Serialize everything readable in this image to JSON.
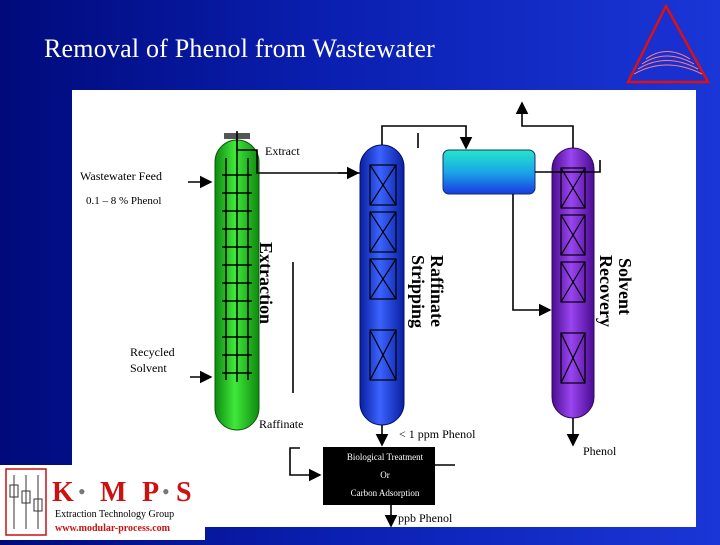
{
  "slide": {
    "title": "Removal of Phenol from Wastewater"
  },
  "labels": {
    "extract": "Extract",
    "wastewater_feed": "Wastewater Feed",
    "phenol_conc": "0.1 – 8 % Phenol",
    "recycled_solvent_1": "Recycled",
    "recycled_solvent_2": "Solvent",
    "raffinate": "Raffinate",
    "ppm_phenol": "< 1 ppm Phenol",
    "phenol": "Phenol",
    "ppb_phenol": "ppb Phenol"
  },
  "columns": {
    "extraction": "Extraction",
    "raffinate_stripping_1": "Raffinate",
    "raffinate_stripping_2": "Stripping",
    "solvent_recovery_1": "Solvent",
    "solvent_recovery_2": "Recovery"
  },
  "treatment": {
    "line1": "Biological Treatment",
    "line2": "Or",
    "line3": "Carbon Adsorption"
  },
  "logo": {
    "brand_k": "K",
    "brand_m": "M",
    "brand_p": "P",
    "brand_s": "S",
    "group": "Extraction Technology Group",
    "url": "www.modular-process.com"
  },
  "colors": {
    "background": "#0a1fb0",
    "extraction_column": "#22c41e",
    "stripping_column": "#1a3be0",
    "recovery_column": "#7a1fd0",
    "logo_red": "#cc1111"
  }
}
